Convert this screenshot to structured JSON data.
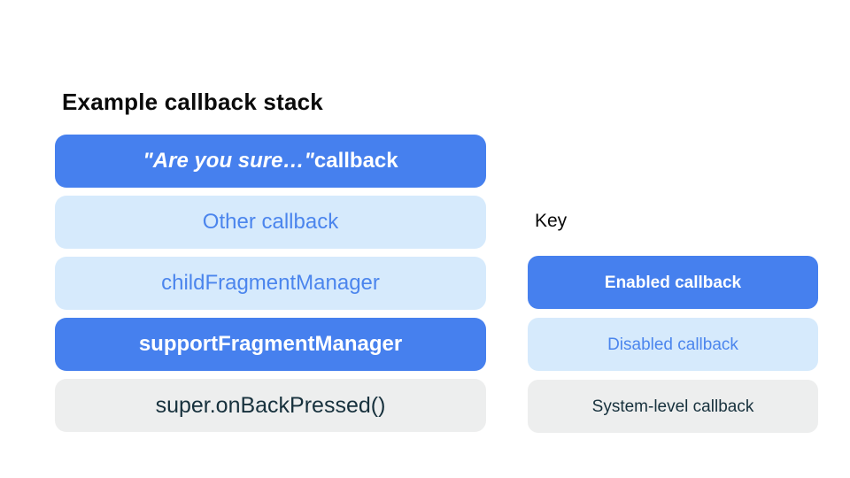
{
  "diagram": {
    "title": "Example callback stack",
    "stack": {
      "items": [
        {
          "em": "\"Are you sure…\"",
          "rest": " callback",
          "variant": "enabled"
        },
        {
          "rest": "Other callback",
          "variant": "disabled"
        },
        {
          "rest": "childFragmentManager",
          "variant": "disabled"
        },
        {
          "rest": "supportFragmentManager",
          "variant": "enabled"
        },
        {
          "rest": "super.onBackPressed()",
          "variant": "system"
        }
      ]
    },
    "key": {
      "label": "Key",
      "items": [
        {
          "label": "Enabled callback",
          "variant": "enabled"
        },
        {
          "label": "Disabled callback",
          "variant": "disabled"
        },
        {
          "label": "System-level callback",
          "variant": "system"
        }
      ]
    }
  },
  "colors": {
    "enabled_bg": "#4680EE",
    "enabled_text": "#FFFFFF",
    "disabled_bg": "#D6EAFC",
    "disabled_text": "#4B85ED",
    "system_bg": "#EDEEEE",
    "system_text": "#17313D",
    "heading_text": "#0A0A0A"
  }
}
